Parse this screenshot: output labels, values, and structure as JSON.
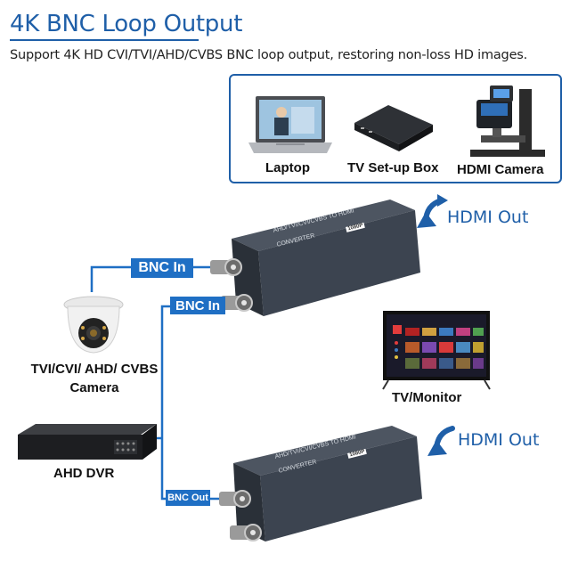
{
  "header": {
    "title": "4K BNC Loop Output",
    "subtitle": "Support 4K HD CVI/TVI/AHD/CVBS BNC loop output, restoring non-loss HD images."
  },
  "sources": {
    "laptop_label": "Laptop",
    "settop_label": "TV Set-up Box",
    "camera_label": "HDMI Camera"
  },
  "labels": {
    "bnc_in_1": "BNC In",
    "bnc_in_2": "BNC In",
    "bnc_out": "BNC Out",
    "hdmi_out_1": "HDMI Out",
    "hdmi_out_2": "HDMI Out"
  },
  "devices": {
    "camera_line1": "TVI/CVI/ AHD/ CVBS",
    "camera_line2": "Camera",
    "dvr_label": "AHD DVR",
    "tv_label": "TV/Monitor",
    "converter_label_line1": "AHD/TVI/CVI/CVBS TO HDMI",
    "converter_label_line2": "CONVERTER",
    "converter_badge": "1080P"
  },
  "colors": {
    "accent": "#1f5fa8",
    "label_bg": "#1f6fc4",
    "converter": "#3c4450"
  }
}
